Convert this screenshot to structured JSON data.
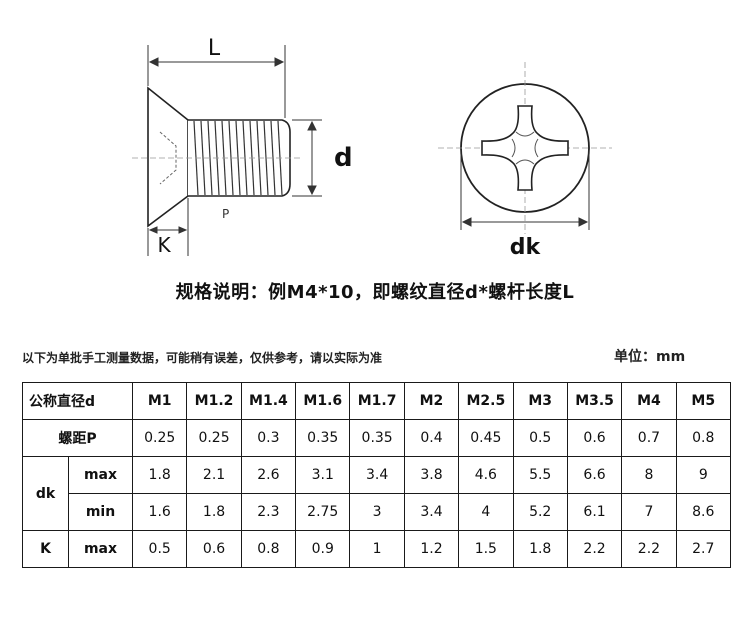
{
  "drawing": {
    "length_label": "L",
    "diameter_label": "d",
    "pitch_label": "P",
    "head_height_label": "K",
    "head_diameter_label": "dk"
  },
  "caption": "规格说明：例M4*10，即螺纹直径d*螺杆长度L",
  "note": "以下为单批手工测量数据，可能稍有误差，仅供参考，请以实际为准",
  "unit": "单位：mm",
  "table": {
    "header_label": "公称直径d",
    "sizes": [
      "M1",
      "M1.2",
      "M1.4",
      "M1.6",
      "M1.7",
      "M2",
      "M2.5",
      "M3",
      "M3.5",
      "M4",
      "M5"
    ],
    "pitch_label": "螺距P",
    "pitch": [
      "0.25",
      "0.25",
      "0.3",
      "0.35",
      "0.35",
      "0.4",
      "0.45",
      "0.5",
      "0.6",
      "0.7",
      "0.8"
    ],
    "dk_label": "dk",
    "dk_max_label": "max",
    "dk_max": [
      "1.8",
      "2.1",
      "2.6",
      "3.1",
      "3.4",
      "3.8",
      "4.6",
      "5.5",
      "6.6",
      "8",
      "9"
    ],
    "dk_min_label": "min",
    "dk_min": [
      "1.6",
      "1.8",
      "2.3",
      "2.75",
      "3",
      "3.4",
      "4",
      "5.2",
      "6.1",
      "7",
      "8.6"
    ],
    "k_label": "K",
    "k_max_label": "max",
    "k_max": [
      "0.5",
      "0.6",
      "0.8",
      "0.9",
      "1",
      "1.2",
      "1.5",
      "1.8",
      "2.2",
      "2.2",
      "2.7"
    ]
  }
}
